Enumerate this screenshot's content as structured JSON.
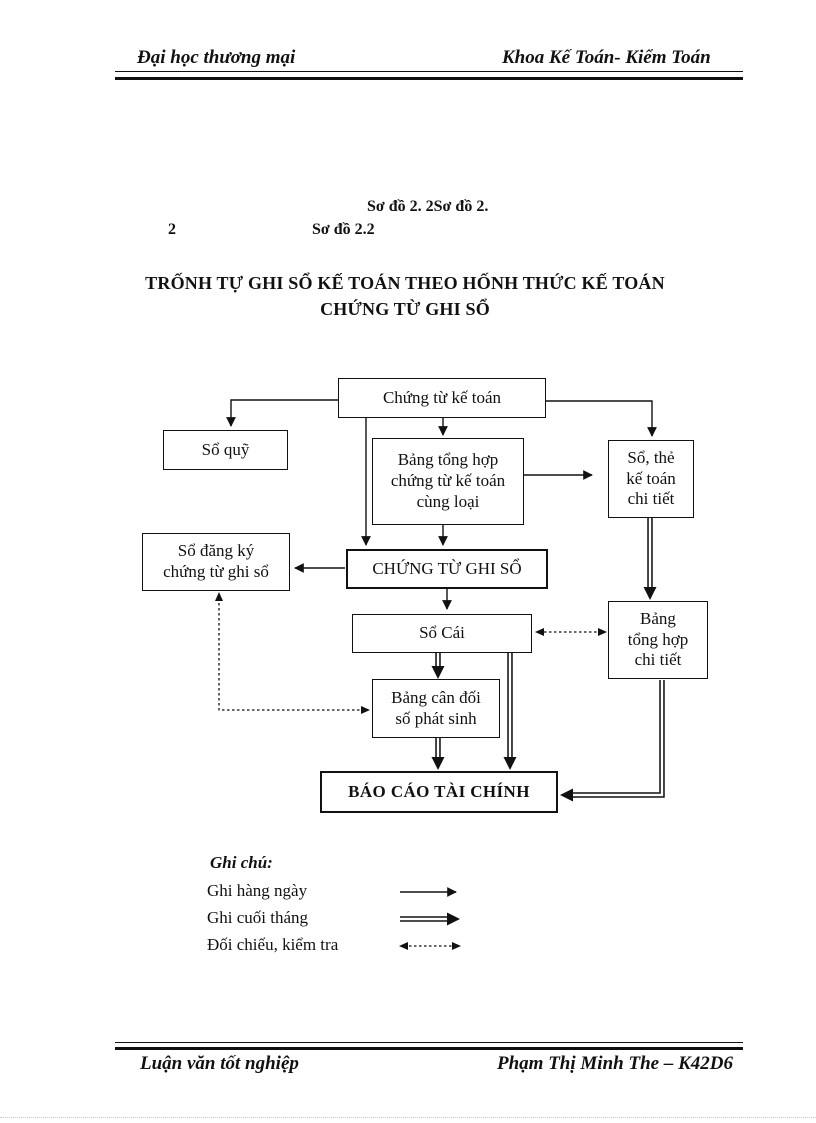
{
  "header": {
    "left": "Đại học thương mại",
    "right": "Khoa Kế Toán- Kiểm Toán"
  },
  "caption": {
    "line1": "Sơ đồ 2. 2Sơ đồ 2.",
    "line2_number": "2",
    "line2_text": "Sơ đồ 2.2"
  },
  "title": {
    "line1": "TRỐNH TỰ GHI SỔ KẾ TOÁN THEO HỐNH THỨC KẾ TOÁN",
    "line2": "CHỨNG TỪ GHI SỔ"
  },
  "diagram": {
    "boxes": {
      "chung_tu_ke_toan": "Chứng từ kế toán",
      "so_quy": "Sổ quỹ",
      "bang_tong_hop_chung_tu": "Bảng tổng hợp\nchứng từ kế toán\ncùng loại",
      "so_the_ke_toan_chi_tiet": "Sổ, thẻ\nkế toán\nchi tiết",
      "so_dang_ky_chung_tu_ghi_so": "Sổ đăng ký\nchứng từ ghi sổ",
      "chung_tu_ghi_so": "CHỨNG TỪ GHI SỔ",
      "so_cai": "Sổ Cái",
      "bang_tong_hop_chi_tiet": "Bảng\ntổng hợp\nchi tiết",
      "bang_can_doi_so_phat_sinh": "Bảng cân đối\nsố phát sinh",
      "bao_cao_tai_chinh": "BÁO CÁO TÀI CHÍNH"
    },
    "legend": {
      "title": "Ghi chú:",
      "items": [
        {
          "label": "Ghi hàng ngày",
          "style": "single-solid-arrow"
        },
        {
          "label": "Ghi cuối tháng",
          "style": "double-line-arrow"
        },
        {
          "label": "Đối chiếu, kiểm tra",
          "style": "dotted-double-headed-arrow"
        }
      ]
    }
  },
  "footer": {
    "left": "Luận văn tốt nghiệp",
    "right": "Phạm Thị Minh The – K42D6"
  },
  "colors": {
    "ink": "#111111",
    "paper": "#ffffff"
  }
}
